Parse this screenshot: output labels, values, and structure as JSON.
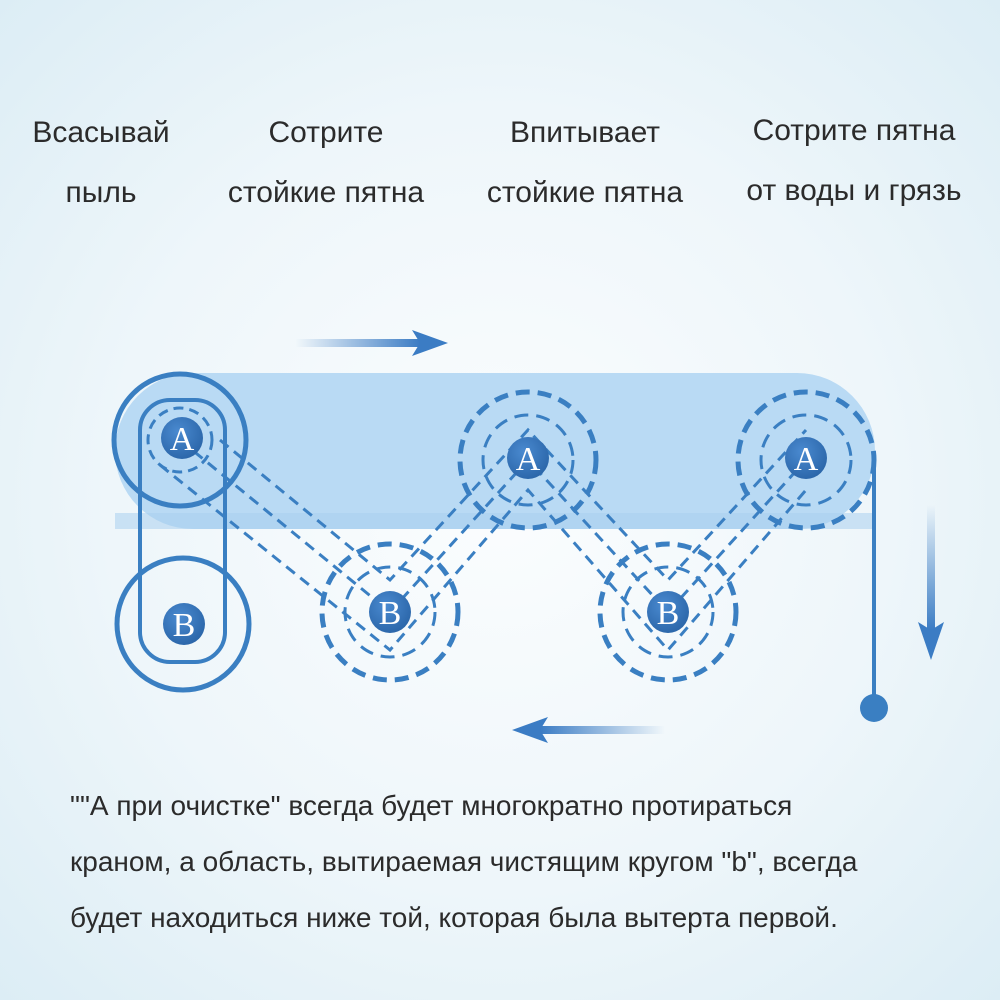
{
  "labels": [
    {
      "line1": "Всасывай",
      "line2": "пыль"
    },
    {
      "line1": "Сотрите",
      "line2": "стойкие пятна"
    },
    {
      "line1": "Впитывает",
      "line2": "стойкие пятна"
    },
    {
      "line1": "Сотрите пятна",
      "line2": "от воды и грязь"
    }
  ],
  "disc_letters": {
    "a": "A",
    "b": "B"
  },
  "caption": {
    "line1": "\"\"А при очистке\" всегда будет многократно протираться",
    "line2": "краном, а область, вытираемая чистящим кругом \"b\", всегда",
    "line3": "будет находиться ниже той, которая была вытерта первой."
  },
  "colors": {
    "band": "#b9daf4",
    "stroke": "#3a7fc2",
    "disc_fill": "#2f6fb4",
    "arrow": "#3b7cc4"
  }
}
